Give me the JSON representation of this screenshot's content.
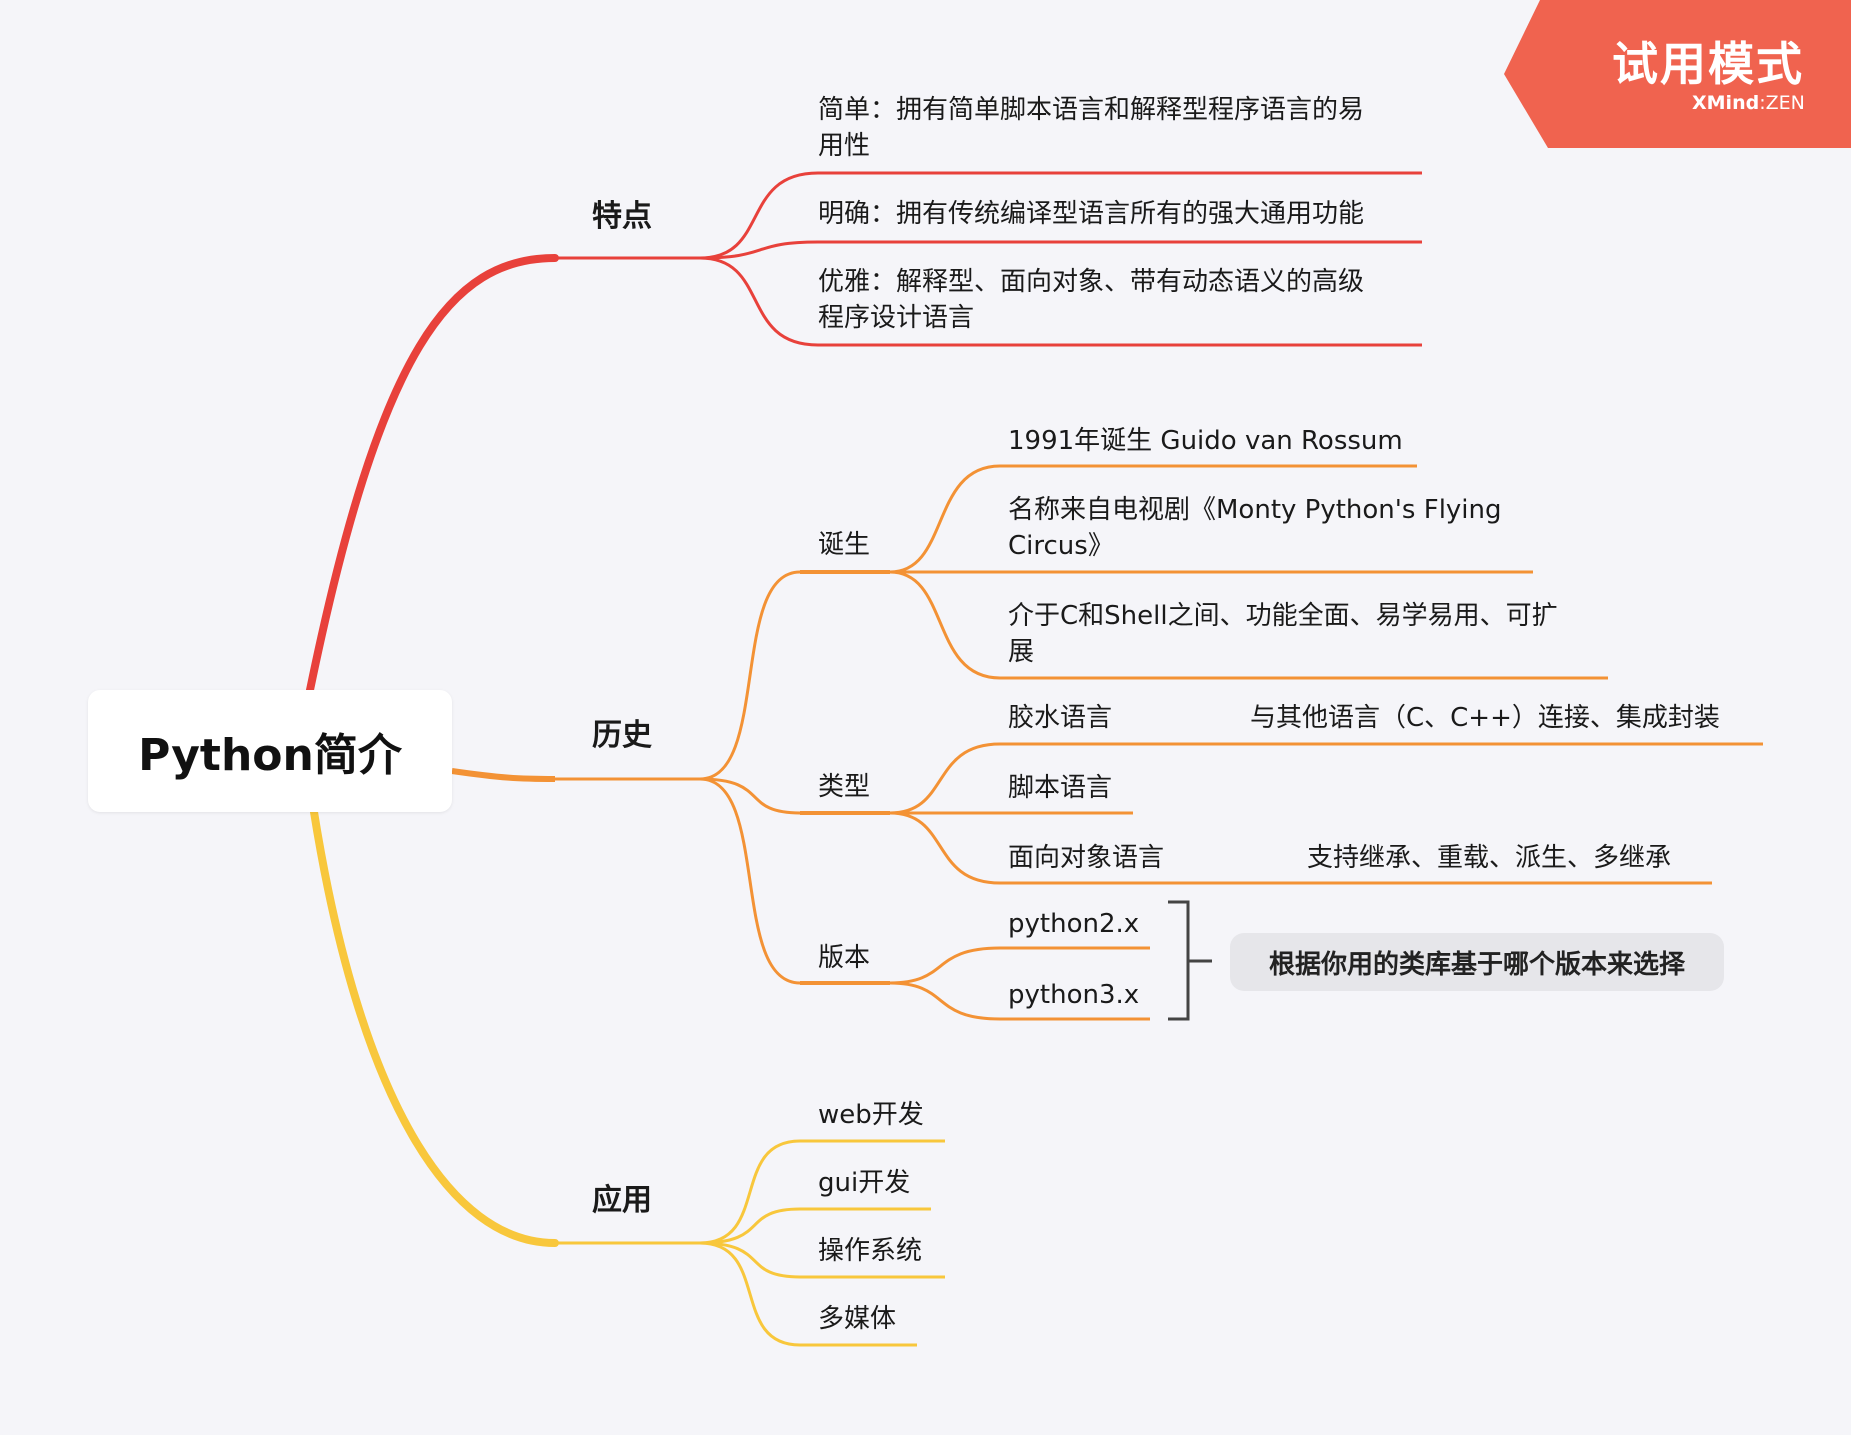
{
  "watermark": {
    "title": "试用模式",
    "brand_bold": "XMind",
    "brand_sep": ":",
    "brand_light": "ZEN"
  },
  "root": "Python简介",
  "colors": {
    "red": "#e8413b",
    "orange": "#f39235",
    "yellow": "#f8c73c",
    "badge": "#f0634f"
  },
  "branches": {
    "features": {
      "label": "特点",
      "items": [
        "简单：拥有简单脚本语言和解释型程序语言的易\n用性",
        "明确：拥有传统编译型语言所有的强大通用功能",
        "优雅：解释型、面向对象、带有动态语义的高级\n程序设计语言"
      ]
    },
    "history": {
      "label": "历史",
      "birth": {
        "label": "诞生",
        "items": [
          "1991年诞生 Guido van Rossum",
          "名称来自电视剧《Monty Python's Flying\nCircus》",
          "介于C和Shell之间、功能全面、易学易用、可扩\n展"
        ]
      },
      "type": {
        "label": "类型",
        "items": [
          "胶水语言",
          "脚本语言",
          "面向对象语言"
        ],
        "glue_detail": "与其他语言（C、C++）连接、集成封装",
        "oop_detail": "支持继承、重载、派生、多继承"
      },
      "version": {
        "label": "版本",
        "items": [
          "python2.x",
          "python3.x"
        ],
        "summary": "根据你用的类库基于哪个版本来选择"
      }
    },
    "apps": {
      "label": "应用",
      "items": [
        "web开发",
        "gui开发",
        "操作系统",
        "多媒体"
      ]
    }
  }
}
